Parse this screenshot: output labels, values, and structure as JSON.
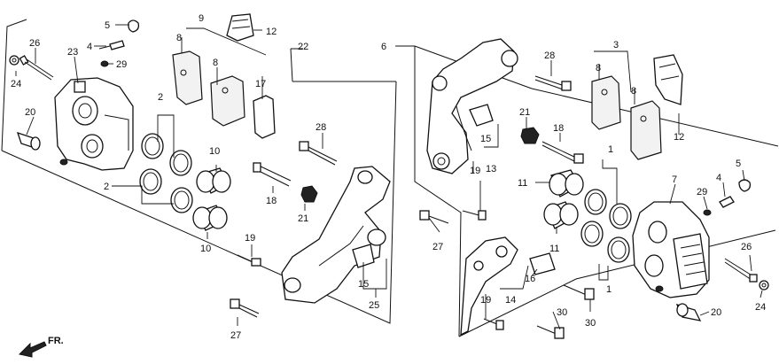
{
  "labels": {
    "l1a": "1",
    "l1b": "1",
    "l2a": "2",
    "l2b": "2",
    "l3": "3",
    "l4a": "4",
    "l4b": "4",
    "l5a": "5",
    "l5b": "5",
    "l6": "6",
    "l7": "7",
    "l8a": "8",
    "l8b": "8",
    "l8c": "8",
    "l8d": "8",
    "l9": "9",
    "l10a": "10",
    "l10b": "10",
    "l11a": "11",
    "l11b": "11",
    "l12a": "12",
    "l12b": "12",
    "l13": "13",
    "l14": "14",
    "l15a": "15",
    "l15b": "15",
    "l16": "16",
    "l17": "17",
    "l18a": "18",
    "l18b": "18",
    "l19a": "19",
    "l19b": "19",
    "l19c": "19",
    "l20a": "20",
    "l20b": "20",
    "l21a": "21",
    "l21b": "21",
    "l22": "22",
    "l23": "23",
    "l24a": "24",
    "l24b": "24",
    "l25": "25",
    "l26a": "26",
    "l26b": "26",
    "l27a": "27",
    "l27b": "27",
    "l28a": "28",
    "l28b": "28",
    "l29a": "29",
    "l29b": "29",
    "l30a": "30",
    "l30b": "30"
  },
  "direction": "FR."
}
